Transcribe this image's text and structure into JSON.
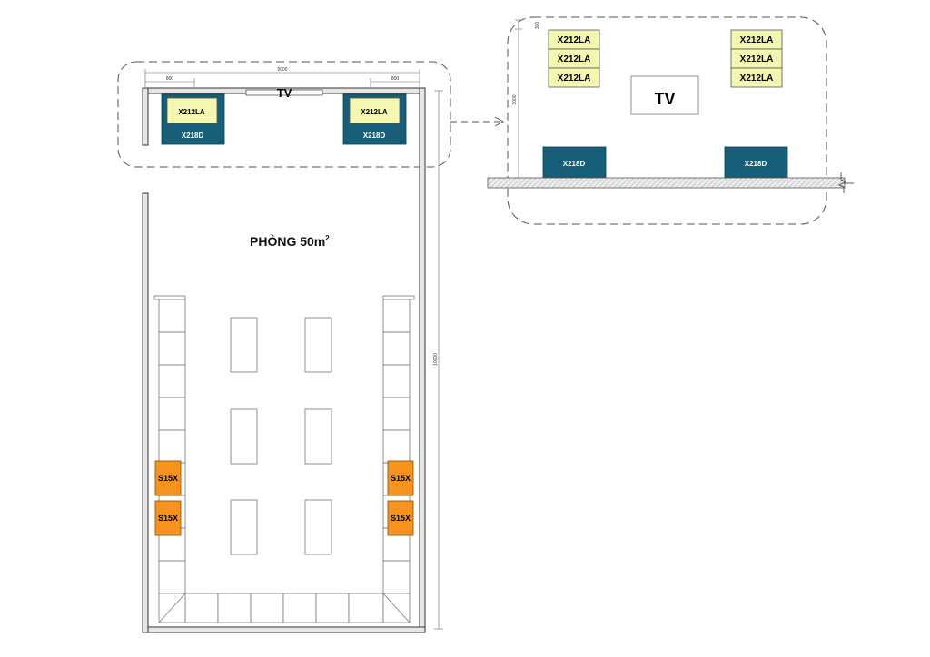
{
  "plan": {
    "room_label": "PHÒNG 50m",
    "room_label_sup": "2",
    "tv_label": "TV",
    "dimensions": {
      "top_width": "5000",
      "left_offset": "800",
      "right_offset": "800",
      "length": "10000"
    },
    "top_left_cluster": {
      "top": "X212LA",
      "bottom": "X218D"
    },
    "top_right_cluster": {
      "top": "X212LA",
      "bottom": "X218D"
    },
    "side_speakers": {
      "left": [
        "S15X",
        "S15X"
      ],
      "right": [
        "S15X",
        "S15X"
      ]
    }
  },
  "elevation": {
    "tv_label": "TV",
    "height_dim": "3000",
    "small_dim": "300",
    "left_stack": [
      "X212LA",
      "X212LA",
      "X212LA"
    ],
    "right_stack": [
      "X212LA",
      "X212LA",
      "X212LA"
    ],
    "left_sub": "X218D",
    "right_sub": "X218D"
  },
  "colors": {
    "sub_teal": "#175f78",
    "top_yellow": "#f4f7b0",
    "speaker_orange": "#f5931e",
    "wall_fill": "#e6e6e6"
  }
}
